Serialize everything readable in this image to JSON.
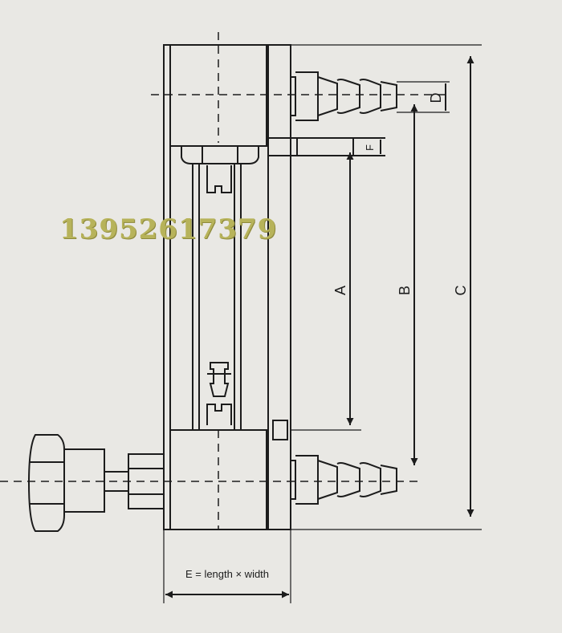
{
  "labels": {
    "A": "A",
    "B": "B",
    "C": "C",
    "D": "D",
    "F": "F",
    "E": "E = length × width"
  },
  "watermark": "13952617379"
}
